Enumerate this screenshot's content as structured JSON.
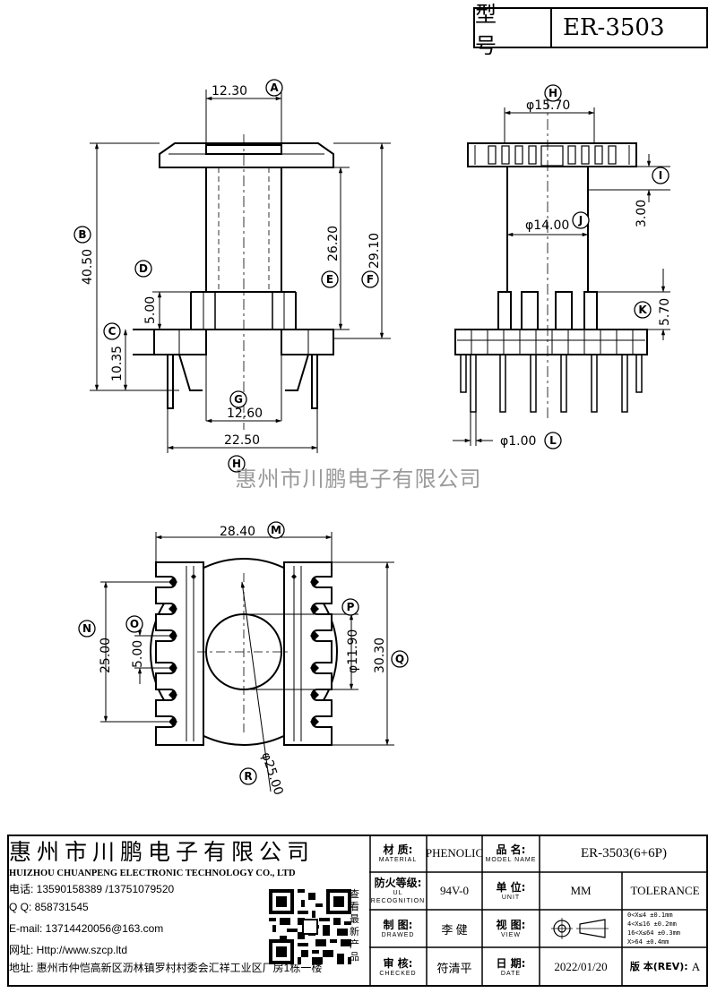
{
  "header": {
    "model_label": "型 号",
    "model_value": "ER-3503"
  },
  "watermark": "惠州市川鹏电子有限公司",
  "dimensions": {
    "front": {
      "width_top": "12.30",
      "total_height": "40.50",
      "height_e": "26.20",
      "height_f": "29.10",
      "height_d": "5.00",
      "height_c": "10.35",
      "inner_width": "12.60",
      "base_width": "22.50"
    },
    "side": {
      "top_dia": "φ15.70",
      "body_dia": "φ14.00",
      "flange": "3.00",
      "pin_step": "5.70",
      "pin_dia": "φ1.00"
    },
    "bottom": {
      "total_width": "28.40",
      "pin_span": "25.00",
      "pitch": "5.00",
      "total_height": "30.30",
      "hole_dia": "φ11.90",
      "round_dia": "φ25.00"
    }
  },
  "markers": {
    "A": "A",
    "B": "B",
    "C": "C",
    "D": "D",
    "E": "E",
    "F": "F",
    "G": "G",
    "H": "H",
    "H2": "H",
    "I": "I",
    "J": "J",
    "K": "K",
    "L": "L",
    "M": "M",
    "N": "N",
    "O": "O",
    "P": "P",
    "Q": "Q",
    "R": "R"
  },
  "company": {
    "name_cn": "惠州市川鹏电子有限公司",
    "name_en": "HUIZHOU CHUANPENG ELECTRONIC TECHNOLOGY CO., LTD",
    "phone": "电话: 13590158389 /13751079520",
    "qq": "Q Q:  858731545",
    "email": "E-mail: 13714420056@163.com",
    "website": "网址: Http://www.szcp.ltd",
    "address": "地址: 惠州市仲恺高新区沥林镇罗村村委会汇祥工业区厂房1栋一楼",
    "qr_label": "查看最新产品"
  },
  "title_block": {
    "material_label": "材 质:",
    "material_label_en": "MATERIAL",
    "material": "PHENOLIC",
    "model_name_label": "品 名:",
    "model_name_label_en": "MODEL NAME",
    "model_name": "ER-3503(6+6P)",
    "ul_label": "防火等级:",
    "ul_label_en": "UL RECOGNITION",
    "ul": "94V-0",
    "unit_label": "单 位:",
    "unit_label_en": "UNIT",
    "unit": "MM",
    "tolerance": "TOLERANCE",
    "drawn_label": "制 图:",
    "drawn_label_en": "DRAWED",
    "drawn": "李 健",
    "view_label": "视 图:",
    "view_label_en": "VIEW",
    "checked_label": "审 核:",
    "checked_label_en": "CHECKED",
    "checked": "符清平",
    "date_label": "日 期:",
    "date_label_en": "DATE",
    "date": "2022/01/20",
    "rev_label": "版 本(REV):",
    "rev": "A",
    "tolerances": [
      "0<X≤4   ±0.1mm",
      "4<X≤16  ±0.2mm",
      "16<X≤64 ±0.3mm",
      "X>64    ±0.4mm"
    ]
  }
}
